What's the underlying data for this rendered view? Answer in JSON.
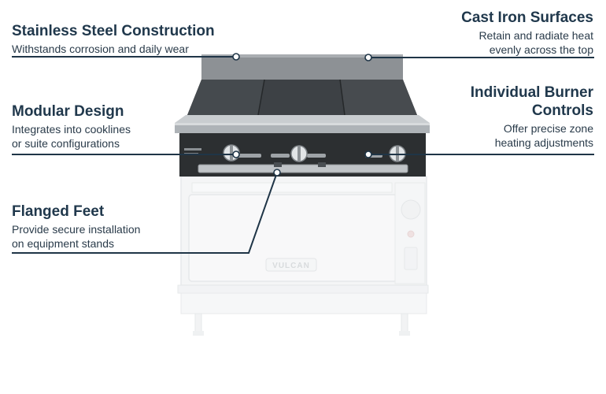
{
  "callouts": {
    "stainless": {
      "title": "Stainless Steel Construction",
      "text": "Withstands corrosion and daily wear"
    },
    "cast_iron": {
      "title": "Cast Iron Surfaces",
      "line1": "Retain and radiate heat",
      "line2": "evenly across the top"
    },
    "modular": {
      "title": "Modular Design",
      "line1": "Integrates into cooklines",
      "line2": "or suite configurations"
    },
    "burner": {
      "title": "Individual Burner Controls",
      "line1": "Offer precise zone",
      "line2": "heating adjustments"
    },
    "flanged": {
      "title": "Flanged Feet",
      "line1": "Provide secure installation",
      "line2": "on equipment stands"
    }
  },
  "product": {
    "brand": "VULCAN"
  },
  "colors": {
    "text_dark": "#20384c",
    "leader_line": "#1f3547",
    "steel_dark": "#2f3234",
    "faded_oven": "#eef0f1"
  }
}
